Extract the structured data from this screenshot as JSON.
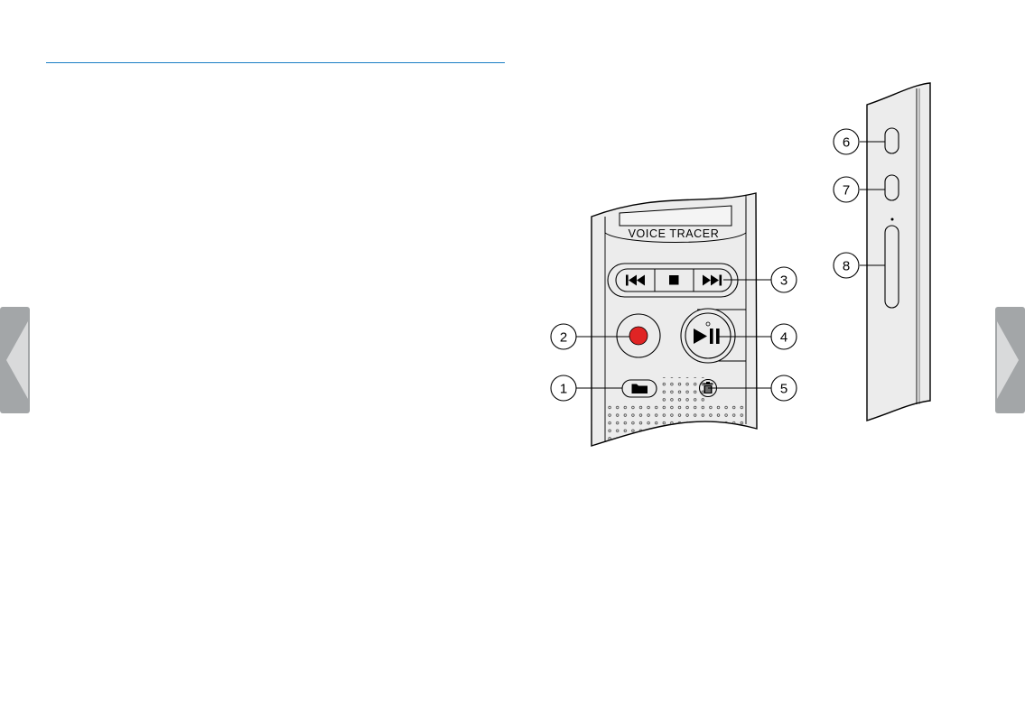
{
  "document": {
    "accent_color": "#1a7ec4",
    "nav_arrow_color": "#a3a6a8"
  },
  "device": {
    "brand_label": "VOICE TRACER",
    "record_button_color": "#e02424",
    "body_color": "#ececec",
    "callouts": [
      "1",
      "2",
      "3",
      "4",
      "5",
      "6",
      "7",
      "8"
    ]
  },
  "icons": {
    "prev_page": "chevron-left-icon",
    "next_page": "chevron-right-icon",
    "folder": "folder-icon",
    "trash": "trash-icon",
    "rewind": "skip-back-icon",
    "stop": "stop-icon",
    "forward": "skip-forward-icon",
    "play_pause": "play-pause-icon",
    "record": "record-icon"
  }
}
